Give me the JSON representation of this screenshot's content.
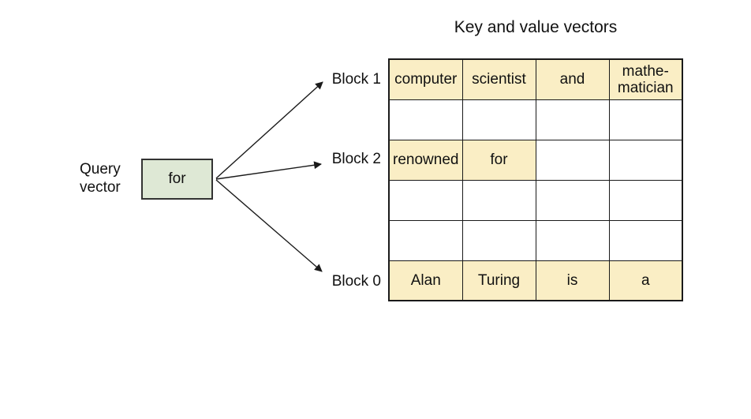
{
  "title": "Key and value vectors",
  "query": {
    "label": "Query\nvector",
    "box_text": "for"
  },
  "block_labels": {
    "block1": "Block 1",
    "block2": "Block 2",
    "block0": "Block 0"
  },
  "table": {
    "columns": 4,
    "rows": [
      {
        "cells": [
          {
            "text": "computer",
            "highlight": true
          },
          {
            "text": "scientist",
            "highlight": true
          },
          {
            "text": "and",
            "highlight": true
          },
          {
            "text": "mathe-\nmatician",
            "highlight": true
          }
        ]
      },
      {
        "cells": [
          {
            "text": "",
            "highlight": false
          },
          {
            "text": "",
            "highlight": false
          },
          {
            "text": "",
            "highlight": false
          },
          {
            "text": "",
            "highlight": false
          }
        ]
      },
      {
        "cells": [
          {
            "text": "renowned",
            "highlight": true
          },
          {
            "text": "for",
            "highlight": true
          },
          {
            "text": "",
            "highlight": false
          },
          {
            "text": "",
            "highlight": false
          }
        ]
      },
      {
        "cells": [
          {
            "text": "",
            "highlight": false
          },
          {
            "text": "",
            "highlight": false
          },
          {
            "text": "",
            "highlight": false
          },
          {
            "text": "",
            "highlight": false
          }
        ]
      },
      {
        "cells": [
          {
            "text": "",
            "highlight": false
          },
          {
            "text": "",
            "highlight": false
          },
          {
            "text": "",
            "highlight": false
          },
          {
            "text": "",
            "highlight": false
          }
        ]
      },
      {
        "cells": [
          {
            "text": "Alan",
            "highlight": true
          },
          {
            "text": "Turing",
            "highlight": true
          },
          {
            "text": "is",
            "highlight": true
          },
          {
            "text": "a",
            "highlight": true
          }
        ]
      }
    ]
  },
  "colors": {
    "highlight_fill": "#faeec5",
    "query_box_fill": "#dee8d5",
    "line": "#1a1a1a"
  }
}
